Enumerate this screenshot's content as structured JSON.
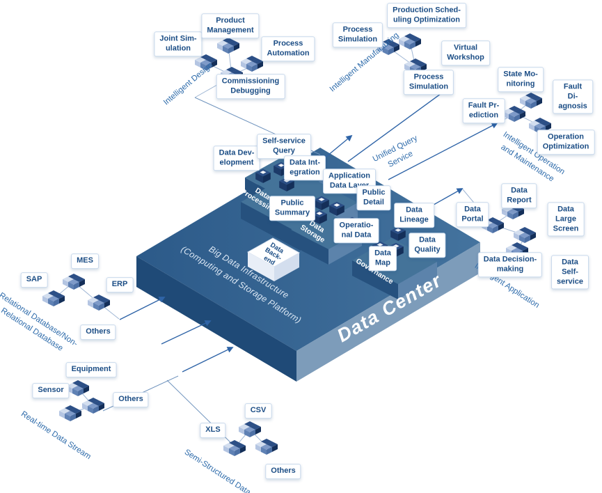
{
  "groups": {
    "design": {
      "label": "Intelligent Design",
      "items": [
        "Joint Sim-\nulation",
        "Product\nManagement",
        "Process\nAutomation",
        "Commissioning\nDebugging"
      ]
    },
    "manufacturing": {
      "label": "Intelligent Manufacturing",
      "items": [
        "Process\nSimulation",
        "Production Sched-\nuling Optimization",
        "Virtual\nWorkshop",
        "Process\nSimulation"
      ]
    },
    "operation": {
      "label": "Intelligent Operation\nand Maintenance",
      "items": [
        "State Mo-\nnitoring",
        "Fault Di-\nagnosis",
        "Fault Pr-\nediction",
        "Operation\nOptimization"
      ]
    },
    "application": {
      "label": "Intelligent Application",
      "items": [
        "Data\nReport",
        "Data\nPortal",
        "Data Large\nScreen",
        "Data Decision-\nmaking",
        "Data Self-\nservice"
      ]
    },
    "relational": {
      "label": "Relational Database/Non-\nRelational Database",
      "items": [
        "SAP",
        "MES",
        "ERP",
        "Others"
      ]
    },
    "realtime": {
      "label": "Real-time Data Stream",
      "items": [
        "Equipment",
        "Sensor",
        "Others"
      ]
    },
    "semistructured": {
      "label": "Semi-Structured Data",
      "items": [
        "XLS",
        "CSV",
        "Others"
      ]
    }
  },
  "query_service": {
    "label": "Unified Query\nService"
  },
  "platform": {
    "title": "Data Center",
    "subtitle": "Big Data Infrastructure\n(Computing and Storage Platform)",
    "processing": "Data\nProcessing",
    "storage": "Data\nStorage",
    "governance": "Data\nGovernance",
    "backend": "Data\nBack-\nend",
    "modules": [
      "Data Dev-\nelopment",
      "Self-service\nQuery",
      "Data Int-\negration",
      "Application\nData Layer",
      "Public\nDetail",
      "Public\nSummary",
      "Operatio-\nnal Data",
      "Data\nLineage",
      "Data\nMap",
      "Data\nQuality"
    ]
  },
  "colors": {
    "accent": "#2f64a7",
    "node_text": "#1b4d85",
    "platform_top": "#3b6b99",
    "platform_left": "#1f4a77",
    "platform_right": "#7d9cba"
  }
}
